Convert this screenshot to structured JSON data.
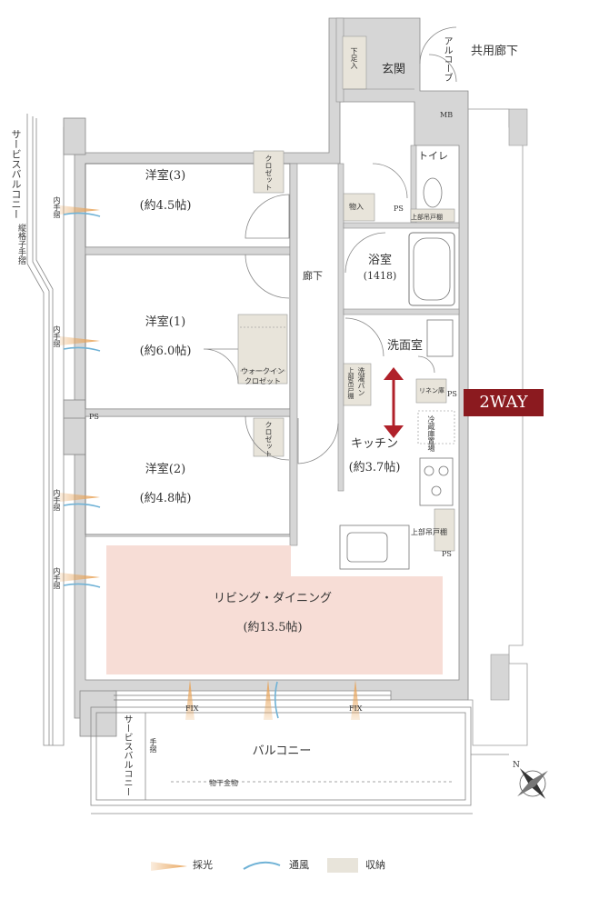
{
  "rooms": {
    "western3": {
      "name": "洋室(3)",
      "size": "(約4.5帖)"
    },
    "western1": {
      "name": "洋室(1)",
      "size": "(約6.0帖)"
    },
    "western2": {
      "name": "洋室(2)",
      "size": "(約4.8帖)"
    },
    "living": {
      "name": "リビング・ダイニング",
      "size": "(約13.5帖)"
    },
    "kitchen": {
      "name": "キッチン",
      "size": "(約3.7帖)"
    },
    "bath": {
      "name": "浴室",
      "size": "(1418)"
    },
    "washroom": "洗面室",
    "toilet": "トイレ",
    "entrance": "玄関",
    "corridor": "廊下",
    "balcony": "バルコニー"
  },
  "labels": {
    "closet": "クロゼット",
    "walkin": "ウォークイン",
    "walkin2": "クロゼット",
    "shoe": "下足入",
    "storage": "物入",
    "ps": "PS",
    "mb": "MB",
    "alcove": "アルコーブ",
    "common_corridor": "共用廊下",
    "service_balcony": "サービスバルコニー",
    "vertical_rail": "縦格子手摺",
    "inner_rail": "内手摺",
    "handrail": "手摺",
    "laundry_hanger": "物干金物",
    "fix": "FIX",
    "upper_cabinet": "上部吊戸棚",
    "linen": "リネン庫",
    "fridge": "冷蔵庫置場",
    "washer": "洗濯パン",
    "upper_cabinet_washer": "上部吊戸棚"
  },
  "badge": "2WAY",
  "legend": {
    "light": "採光",
    "wind": "通風",
    "storage": "収納"
  },
  "colors": {
    "living_fill": "#f7ddd6",
    "storage_fill": "#e8e4da",
    "badge": "#8b1a1f",
    "arrow": "#b0212a",
    "light": "#e8a45a",
    "wind": "#6fb2d6",
    "wall": "#d6d6d6"
  }
}
